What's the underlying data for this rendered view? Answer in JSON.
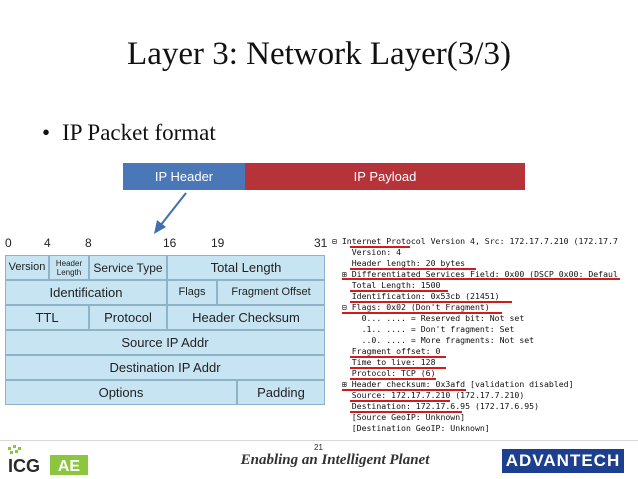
{
  "slide": {
    "title": "Layer 3: Network Layer(3/3)",
    "bullet": "IP Packet format",
    "bullet_symbol": "•",
    "page_number": "21",
    "tagline": "Enabling an Intelligent Planet"
  },
  "packet_bar": {
    "header_label": "IP Header",
    "payload_label": "IP Payload",
    "header_color": "#4a77b8",
    "payload_color": "#b7333a"
  },
  "bit_positions": [
    "0",
    "4",
    "8",
    "16",
    "19",
    "31"
  ],
  "header_fields": {
    "version": "Version",
    "header_length": "Header Length",
    "service_type": "Service Type",
    "total_length": "Total Length",
    "identification": "Identification",
    "flags": "Flags",
    "fragment_offset": "Fragment Offset",
    "ttl": "TTL",
    "protocol": "Protocol",
    "header_checksum": "Header Checksum",
    "source_ip": "Source IP Addr",
    "destination_ip": "Destination IP Addr",
    "options": "Options",
    "padding": "Padding"
  },
  "capture": {
    "lines": [
      "⊟ Internet Protocol Version 4, Src: 172.17.7.210 (172.17.7",
      "    Version: 4",
      "    Header length: 20 bytes",
      "  ⊞ Differentiated Services Field: 0x00 (DSCP 0x00: Defaul",
      "    Total Length: 1500",
      "    Identification: 0x53cb (21451)",
      "  ⊟ Flags: 0x02 (Don't Fragment)",
      "      0... .... = Reserved bit: Not set",
      "      .1.. .... = Don't fragment: Set",
      "      ..0. .... = More fragments: Not set",
      "    Fragment offset: 0",
      "    Time to live: 128",
      "    Protocol: TCP (6)",
      "  ⊞ Header checksum: 0x3afd [validation disabled]",
      "    Source: 172.17.7.210 (172.17.7.210)",
      "    Destination: 172.17.6.95 (172.17.6.95)",
      "    [Source GeoIP: Unknown]",
      "    [Destination GeoIP: Unknown]"
    ],
    "underline_color": "#d21c1c"
  },
  "logos": {
    "left": "ICG AE",
    "right": "ADVANTECH"
  },
  "colors": {
    "table_fill": "#c7e4f2",
    "table_border": "#8eb3c6",
    "arrow": "#3f6fb0"
  }
}
